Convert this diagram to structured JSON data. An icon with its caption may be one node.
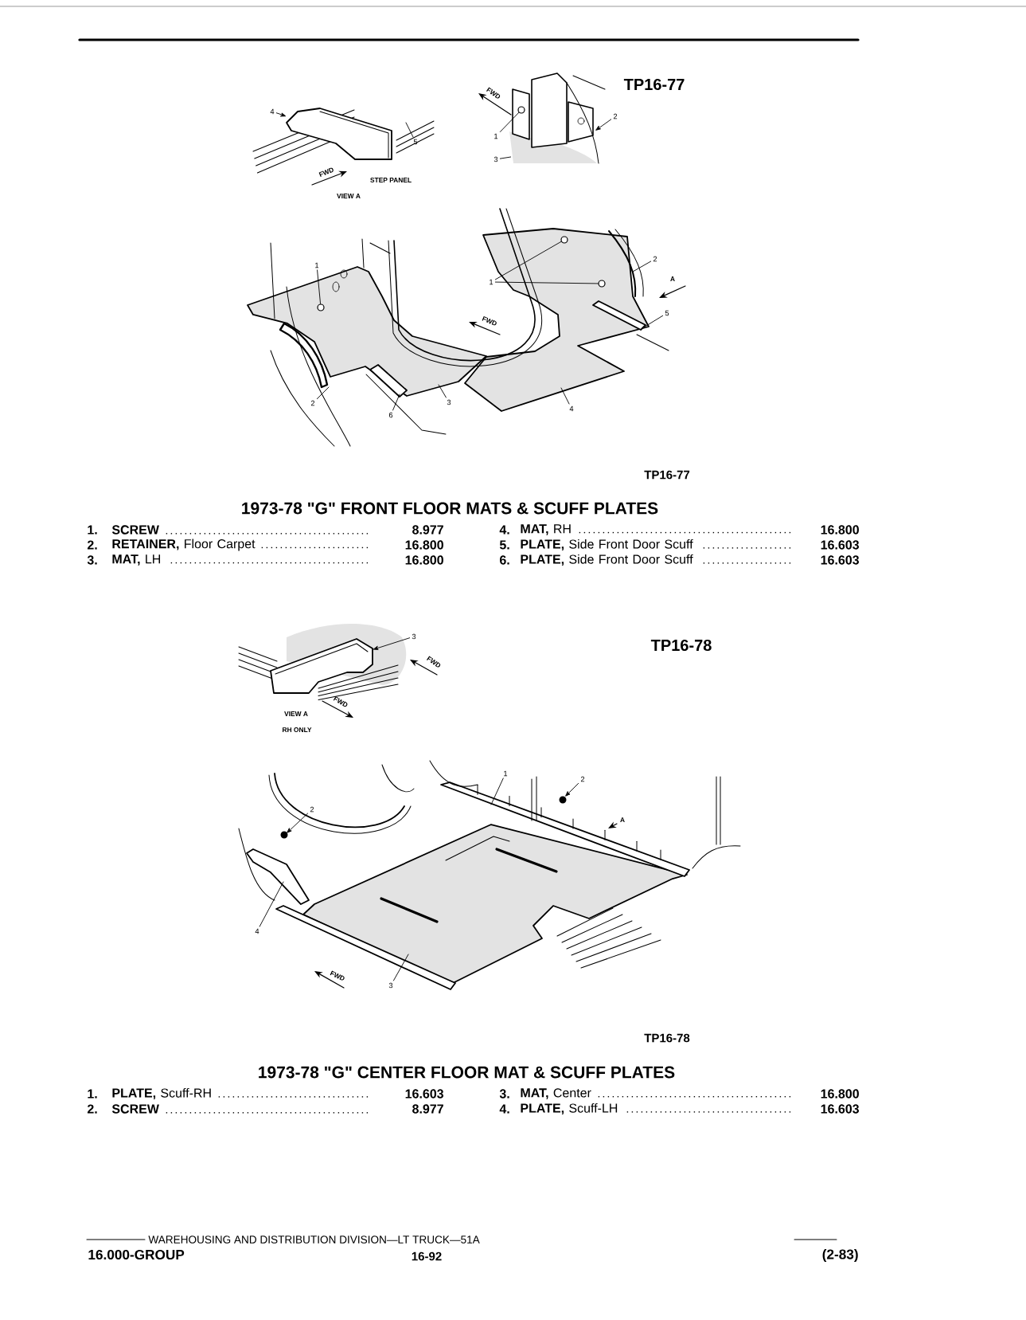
{
  "diagram": {
    "nodes": [
      {
        "text": [
          "4"
        ]
      },
      {
        "text": [
          "5"
        ]
      },
      {
        "text": [
          "1"
        ]
      },
      {
        "text": [
          "2"
        ]
      },
      {
        "text": [
          "3"
        ]
      },
      {
        "text": [
          "1"
        ]
      },
      {
        "text": [
          "1"
        ]
      },
      {
        "text": [
          "2"
        ]
      },
      {
        "text": [
          "5"
        ]
      },
      {
        "text": [
          "2"
        ]
      },
      {
        "text": [
          "6"
        ]
      },
      {
        "text": [
          "3"
        ]
      },
      {
        "text": [
          "4"
        ]
      },
      {
        "text": [
          "3"
        ]
      },
      {
        "text": [
          "1"
        ]
      },
      {
        "text": [
          "2"
        ]
      },
      {
        "text": [
          "2"
        ]
      },
      {
        "text": [
          "4"
        ]
      },
      {
        "text": [
          "3"
        ]
      },
      {
        "text": [],
        "shape": "picture"
      },
      {
        "text": [],
        "shape": "picture"
      },
      {
        "text": [],
        "shape": "circle"
      },
      {
        "text": [],
        "shape": "circle"
      },
      {
        "text": [],
        "shape": "circle"
      },
      {
        "text": [],
        "shape": "circle"
      },
      {
        "text": [],
        "shape": "picture"
      }
    ],
    "edges": [
      {
        "from": 0,
        "to": 19,
        "arrow": "to"
      },
      {
        "from": 1,
        "to": null,
        "arrow": "none"
      },
      {
        "from": 2,
        "to": 24,
        "arrow": "none"
      },
      {
        "from": 3,
        "to": null,
        "arrow": "to"
      },
      {
        "from": 4,
        "to": 25,
        "arrow": "none"
      },
      {
        "from": 5,
        "to": 21,
        "arrow": "none"
      },
      {
        "from": 6,
        "to": 22,
        "arrow": "none"
      },
      {
        "from": 6,
        "to": 23,
        "arrow": "none"
      },
      {
        "from": 7,
        "to": null,
        "arrow": "none"
      },
      {
        "from": 8,
        "to": null,
        "arrow": "none"
      },
      {
        "from": 9,
        "to": null,
        "arrow": "none"
      },
      {
        "from": 10,
        "to": null,
        "arrow": "none"
      },
      {
        "from": 11,
        "to": null,
        "arrow": "none"
      },
      {
        "from": 12,
        "to": null,
        "arrow": "none"
      },
      {
        "from": 13,
        "to": 20,
        "arrow": "to"
      },
      {
        "from": 14,
        "to": null,
        "arrow": "none"
      },
      {
        "from": 15,
        "to": null,
        "arrow": "to"
      },
      {
        "from": 16,
        "to": null,
        "arrow": "to"
      },
      {
        "from": 17,
        "to": null,
        "arrow": "none"
      },
      {
        "from": 18,
        "to": null,
        "arrow": "none"
      }
    ],
    "labels": [
      "TP16-77",
      "FWD",
      "STEP PANEL",
      "VIEW A",
      "FWD",
      "FWD",
      "A",
      "TP16-77",
      "1973-78 \"G\" FRONT FLOOR MATS & SCUFF PLATES",
      "1.",
      "**SCREW**",
      "8.977",
      "4.",
      "**MAT,** RH",
      "16.800",
      "2.",
      "**RETAINER,** Floor Carpet",
      "16.800",
      "5.",
      "**PLATE,** Side Front Door Scuff",
      "16.603",
      "3.",
      "**MAT,** LH",
      "16.800",
      "6.",
      "**PLATE,** Side Front Door Scuff",
      "16.603",
      "TP16-78",
      "FWD",
      "FWD",
      "VIEW A",
      "RH ONLY",
      "A",
      "FWD",
      "TP16-78",
      "1973-78 \"G\" CENTER FLOOR MAT & SCUFF PLATES",
      "1.",
      "**PLATE,** Scuff-RH",
      "16.603",
      "3.",
      "**MAT,** Center",
      "16.800",
      "2.",
      "**SCREW**",
      "8.977",
      "4.",
      "**PLATE,** Scuff-LH",
      "16.603",
      "WAREHOUSING AND DISTRIBUTION DIVISION—LT TRUCK—51A",
      "16.000-GROUP",
      "16-92",
      "(2-83)"
    ]
  }
}
